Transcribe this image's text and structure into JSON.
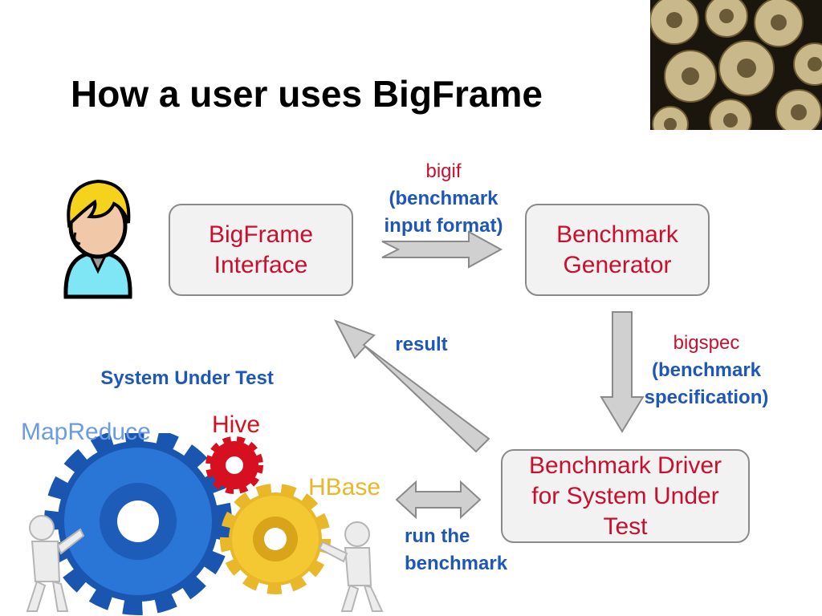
{
  "slide": {
    "title": "How a user uses BigFrame"
  },
  "nodes": {
    "bigframe_interface": {
      "line1": "BigFrame",
      "line2": "Interface"
    },
    "benchmark_generator": {
      "line1": "Benchmark",
      "line2": "Generator"
    },
    "benchmark_driver": {
      "line1": "Benchmark Driver",
      "line2": "for System Under",
      "line3": "Test"
    }
  },
  "edges": {
    "bigif": {
      "name": "bigif",
      "desc1": "(benchmark",
      "desc2": "input format)"
    },
    "bigspec": {
      "name": "bigspec",
      "desc1": "(benchmark",
      "desc2": "specification)"
    },
    "result": {
      "label": "result"
    },
    "run": {
      "line1": "run the",
      "line2": "benchmark"
    }
  },
  "system_under_test": {
    "heading": "System Under Test",
    "mapreduce": "MapReduce",
    "hive": "Hive",
    "hbase": "HBase"
  },
  "colors": {
    "box_text": "#c8102e",
    "label_blue": "#1f57b8",
    "mapreduce": "#6b9be0",
    "hive": "#d6101e",
    "hbase": "#e8b82a",
    "arrow_fill": "#d0d0d0"
  },
  "icons": [
    "user-avatar-icon",
    "gears-photo",
    "gears-illustration",
    "right-arrow",
    "down-arrow",
    "diagonal-arrow",
    "double-arrow"
  ]
}
